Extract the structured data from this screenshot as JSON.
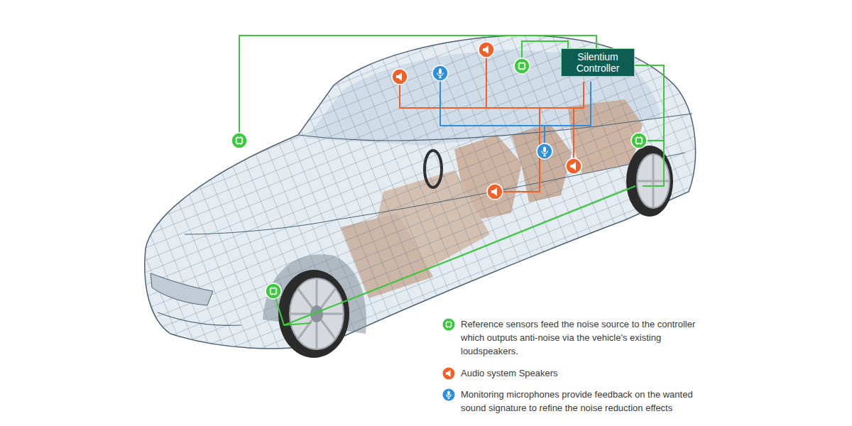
{
  "diagram": {
    "nodes": [
      {
        "text": [
          "Silentium Controller"
        ]
      }
    ],
    "legend": [
      {
        "text": "Reference sensors feed the noise source to the controller which outputs anti-noise via the vehicle's existing loudspeakers."
      },
      {
        "text": "Audio system Speakers"
      },
      {
        "text": "Monitoring microphones provide feedback on the wanted sound signature to refine the noise reduction effects"
      }
    ]
  }
}
